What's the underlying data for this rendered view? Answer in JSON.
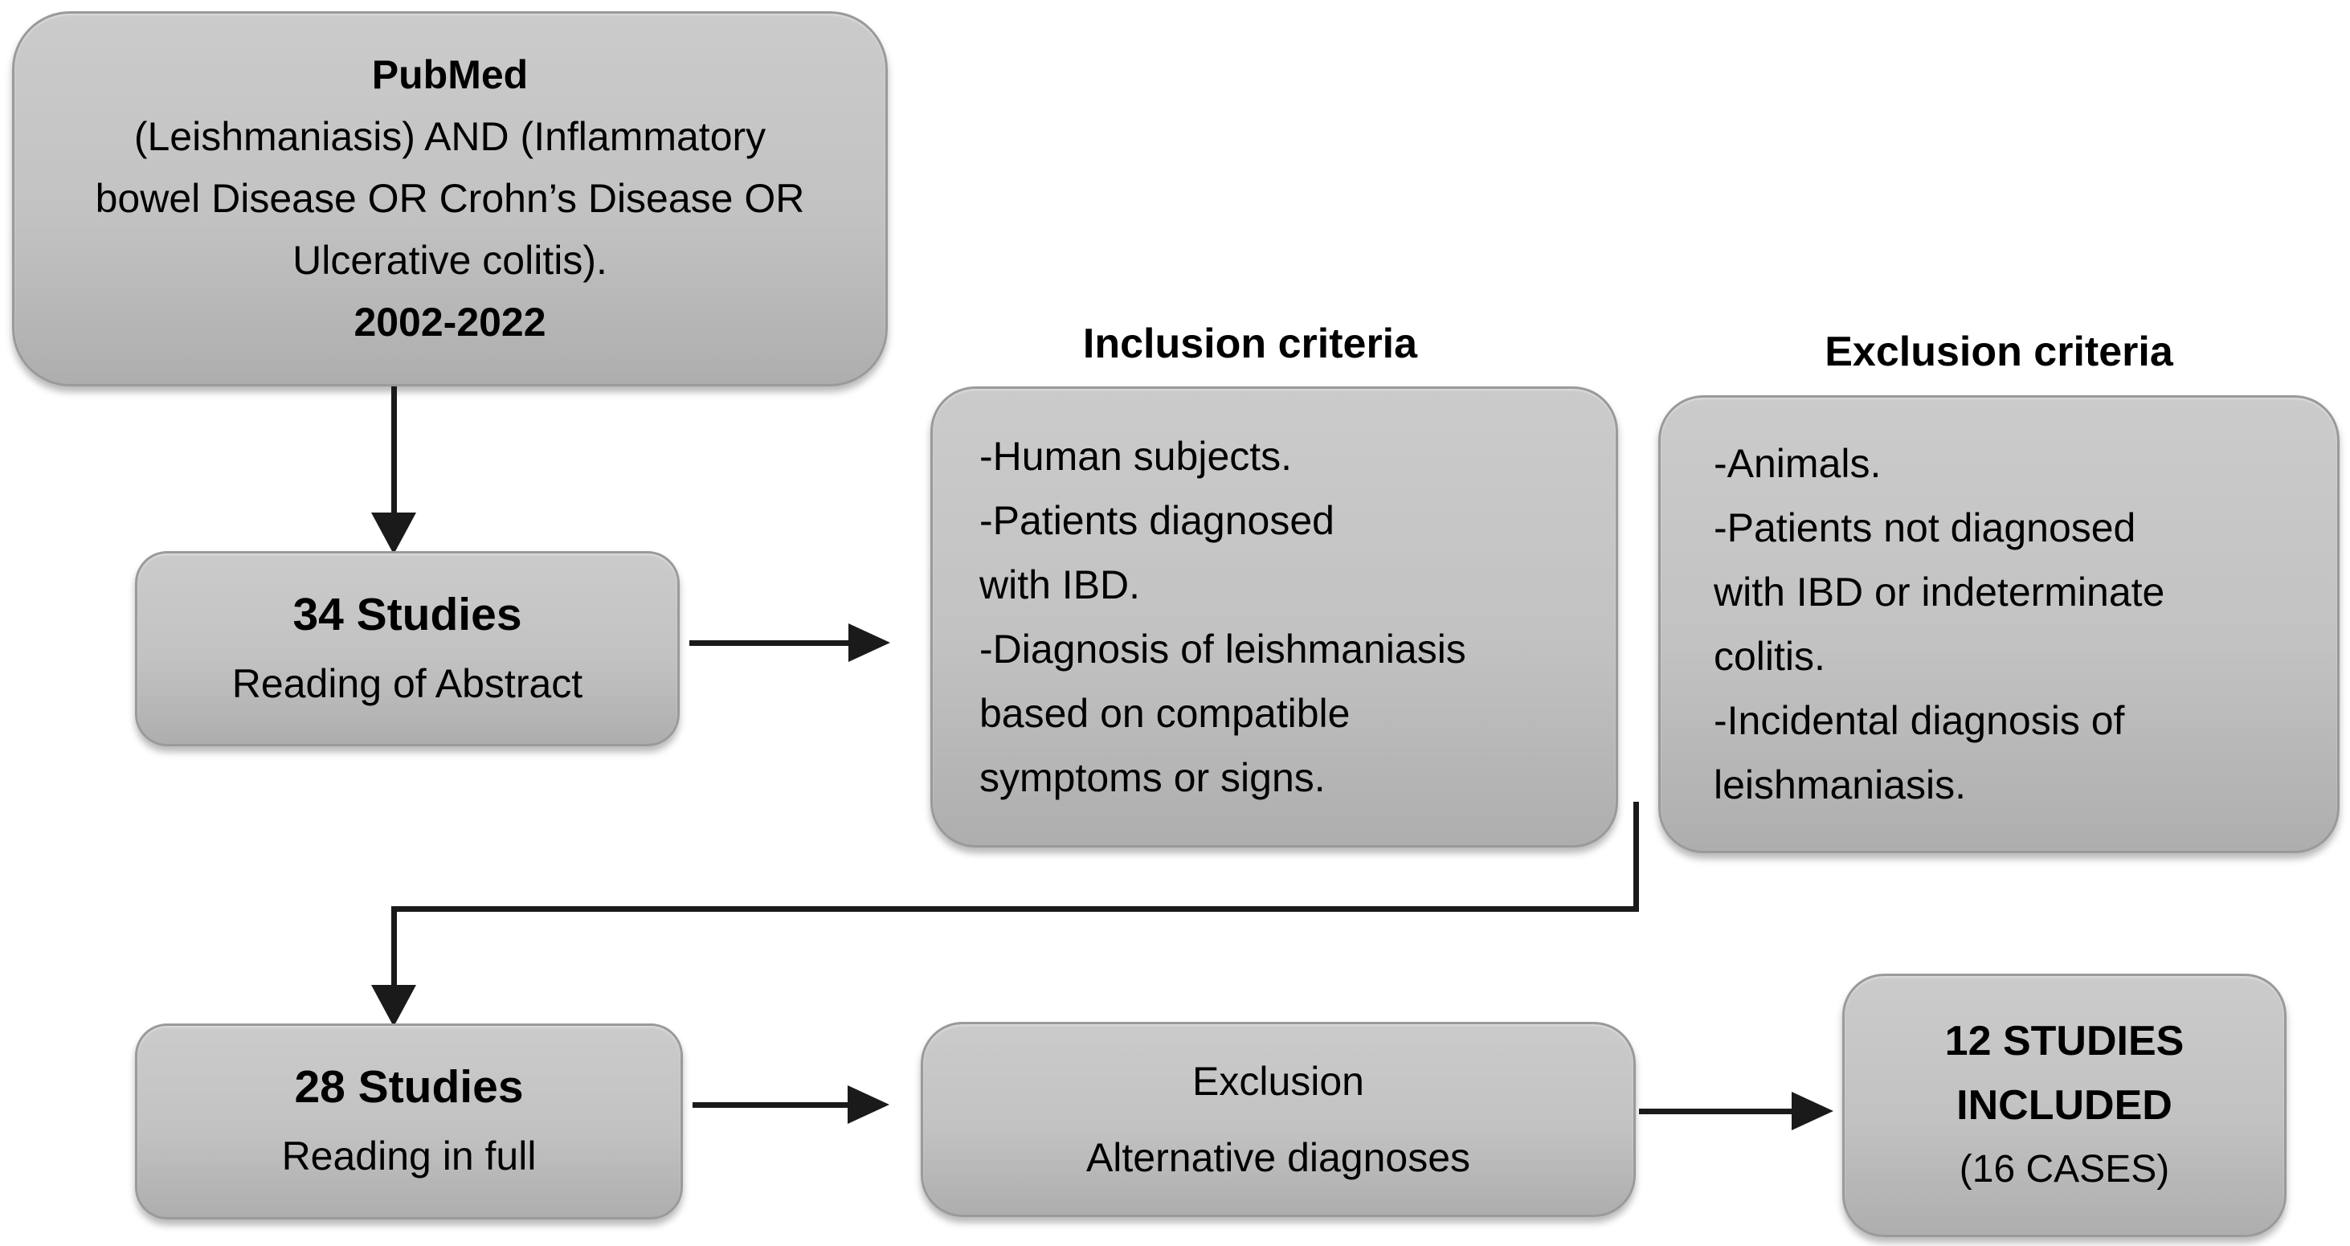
{
  "colors": {
    "background": "#ffffff",
    "box_fill_top": "#cbcbcb",
    "box_fill_mid": "#c2c2c2",
    "box_fill_bottom": "#aeaeae",
    "box_border": "#9a9a9a",
    "line_color": "#1a1a1a",
    "text_color": "#000000"
  },
  "headings": {
    "inclusion": "Inclusion criteria",
    "exclusion": "Exclusion criteria"
  },
  "nodes": {
    "pubmed": {
      "line1": "PubMed",
      "line2": "(Leishmaniasis) AND (Inflammatory",
      "line3": "bowel Disease OR Crohn’s Disease OR",
      "line4": "Ulcerative colitis).",
      "line5": "2002-2022"
    },
    "studies34": {
      "title": "34 Studies",
      "subtitle": "Reading of Abstract"
    },
    "inclusion_criteria": {
      "items": [
        "-Human subjects.",
        "-Patients diagnosed",
        "with IBD.",
        "-Diagnosis of leishmaniasis",
        "based on compatible",
        "symptoms or signs."
      ]
    },
    "exclusion_criteria": {
      "items": [
        "-Animals.",
        "-Patients not diagnosed",
        "with IBD or indeterminate",
        "colitis.",
        "-Incidental diagnosis of",
        "leishmaniasis."
      ]
    },
    "studies28": {
      "title": "28 Studies",
      "subtitle": "Reading in full"
    },
    "exclusion_step": {
      "line1": "Exclusion",
      "line2": "Alternative diagnoses"
    },
    "included": {
      "line1": "12 STUDIES",
      "line2": "INCLUDED",
      "line3": "(16 CASES)"
    }
  }
}
